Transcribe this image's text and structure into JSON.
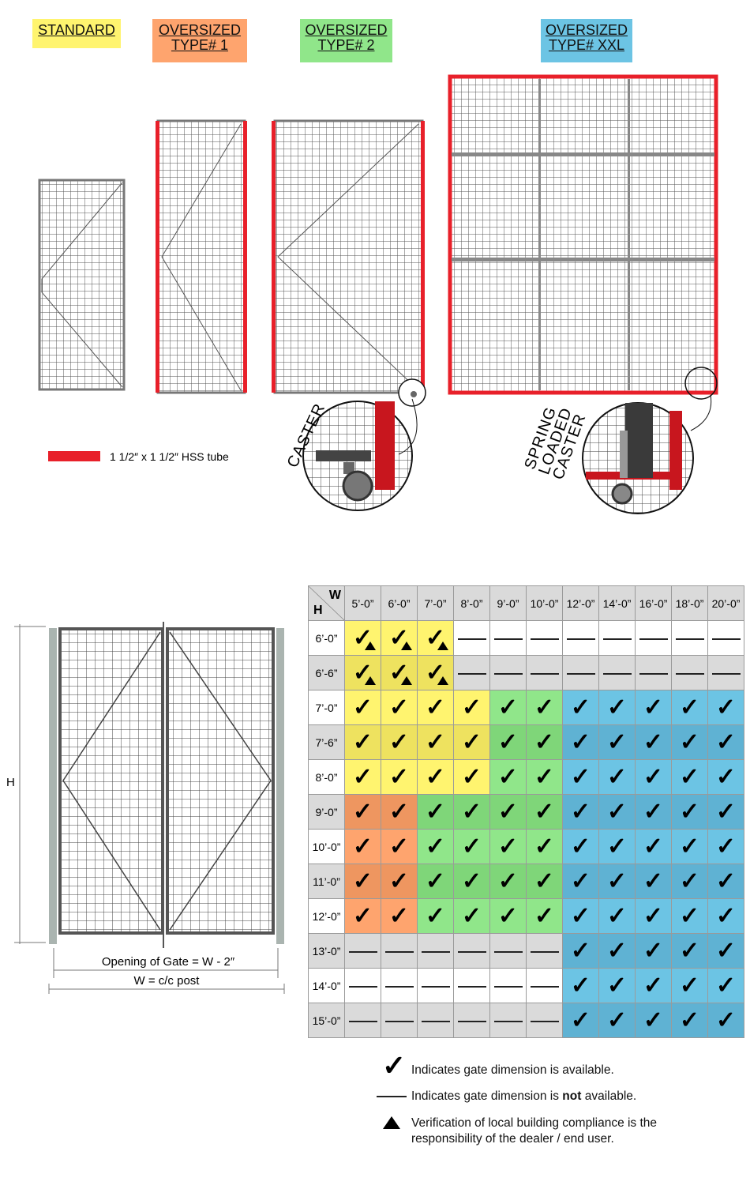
{
  "type_labels": {
    "standard": "STANDARD",
    "type1": [
      "OVERSIZED",
      "TYPE# 1"
    ],
    "type2": [
      "OVERSIZED",
      "TYPE# 2"
    ],
    "xxl": [
      "OVERSIZED",
      "TYPE# XXL"
    ]
  },
  "colors": {
    "standard": "#fff46f",
    "type1": "#fea46e",
    "type2": "#90e68a",
    "xxl": "#6cc4e4",
    "hss": "#e8202a"
  },
  "hss_legend": "1 1/2″ x 1 1/2″ HSS tube",
  "caster_label": "CASTER",
  "spring_caster_label": [
    "SPRING",
    "LOADED",
    "CASTER"
  ],
  "dimension_drawing": {
    "height_label": "H",
    "opening_label": "Opening of Gate = W - 2″",
    "width_label": "W = c/c post"
  },
  "table": {
    "corner_w": "W",
    "corner_h": "H",
    "widths": [
      "5’-0”",
      "6’-0”",
      "7’-0”",
      "8’-0”",
      "9’-0”",
      "10’-0”",
      "12’-0”",
      "14’-0”",
      "16’-0”",
      "18’-0”",
      "20’-0”"
    ],
    "rows": [
      {
        "h": "6’-0”",
        "cells": [
          "yt",
          "yt",
          "yt",
          "-",
          "-",
          "-",
          "-",
          "-",
          "-",
          "-",
          "-"
        ]
      },
      {
        "h": "6’-6”",
        "cells": [
          "yt",
          "yt",
          "yt",
          "-",
          "-",
          "-",
          "-",
          "-",
          "-",
          "-",
          "-"
        ]
      },
      {
        "h": "7’-0”",
        "cells": [
          "y",
          "y",
          "y",
          "y",
          "g",
          "g",
          "b",
          "b",
          "b",
          "b",
          "b"
        ]
      },
      {
        "h": "7’-6”",
        "cells": [
          "y",
          "y",
          "y",
          "y",
          "g",
          "g",
          "b",
          "b",
          "b",
          "b",
          "b"
        ]
      },
      {
        "h": "8’-0”",
        "cells": [
          "y",
          "y",
          "y",
          "y",
          "g",
          "g",
          "b",
          "b",
          "b",
          "b",
          "b"
        ]
      },
      {
        "h": "9’-0”",
        "cells": [
          "o",
          "o",
          "g",
          "g",
          "g",
          "g",
          "b",
          "b",
          "b",
          "b",
          "b"
        ]
      },
      {
        "h": "10’-0”",
        "cells": [
          "o",
          "o",
          "g",
          "g",
          "g",
          "g",
          "b",
          "b",
          "b",
          "b",
          "b"
        ]
      },
      {
        "h": "11’-0”",
        "cells": [
          "o",
          "o",
          "g",
          "g",
          "g",
          "g",
          "b",
          "b",
          "b",
          "b",
          "b"
        ]
      },
      {
        "h": "12’-0”",
        "cells": [
          "o",
          "o",
          "g",
          "g",
          "g",
          "g",
          "b",
          "b",
          "b",
          "b",
          "b"
        ]
      },
      {
        "h": "13’-0”",
        "cells": [
          "-",
          "-",
          "-",
          "-",
          "-",
          "-",
          "b",
          "b",
          "b",
          "b",
          "b"
        ]
      },
      {
        "h": "14’-0”",
        "cells": [
          "-",
          "-",
          "-",
          "-",
          "-",
          "-",
          "b",
          "b",
          "b",
          "b",
          "b"
        ]
      },
      {
        "h": "15’-0”",
        "cells": [
          "-",
          "-",
          "-",
          "-",
          "-",
          "-",
          "b",
          "b",
          "b",
          "b",
          "b"
        ]
      }
    ]
  },
  "legend": {
    "check_icon": "✓",
    "available": "Indicates gate dimension is available.",
    "not_available_pre": "Indicates gate dimension is ",
    "not_available_bold": "not",
    "not_available_post": " available.",
    "triangle_text": "Verification of local building compliance is the responsibility of the dealer / end user."
  }
}
